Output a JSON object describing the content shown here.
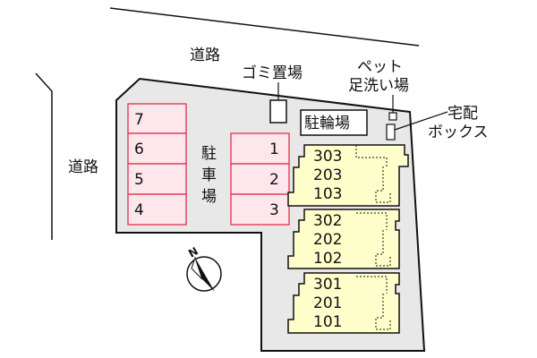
{
  "labels": {
    "road_top": "道路",
    "road_left": "道路",
    "garbage": "ゴミ置場",
    "pet_wash_line1": "ペット",
    "pet_wash_line2": "足洗い場",
    "delivery_box_line1": "宅配",
    "delivery_box_line2": "ボックス",
    "bicycle_parking": "駐輪場",
    "parking_v1": "駐",
    "parking_v2": "車",
    "parking_v3": "場",
    "north": "N"
  },
  "parking_left": [
    "7",
    "6",
    "5",
    "4"
  ],
  "parking_right": [
    "1",
    "2",
    "3"
  ],
  "buildings": [
    {
      "units": [
        "303",
        "203",
        "103"
      ]
    },
    {
      "units": [
        "302",
        "202",
        "102"
      ]
    },
    {
      "units": [
        "301",
        "201",
        "101"
      ]
    }
  ],
  "colors": {
    "lot_fill": "#e8e8e8",
    "parking_fill": "#fde6ec",
    "parking_stroke": "#e0304f",
    "building_fill": "#ffffcc",
    "outline": "#111111"
  }
}
